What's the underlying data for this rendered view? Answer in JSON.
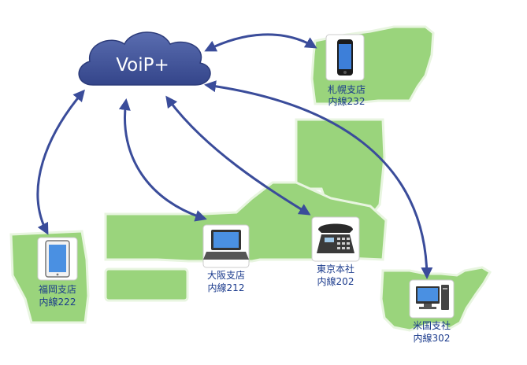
{
  "cloud": {
    "label": "VoiP+"
  },
  "colors": {
    "land": "#9ad47c",
    "land_edge": "#e8f5e0",
    "cloud": "#3d4f8f",
    "arrow": "#3a4c9a",
    "label": "#1a3a8c"
  },
  "nodes": [
    {
      "id": "sapporo",
      "name": "札幌支店",
      "ext": "内線232",
      "icon": "smartphone-icon"
    },
    {
      "id": "fukuoka",
      "name": "福岡支店",
      "ext": "内線222",
      "icon": "tablet-icon"
    },
    {
      "id": "osaka",
      "name": "大阪支店",
      "ext": "内線212",
      "icon": "laptop-icon"
    },
    {
      "id": "tokyo",
      "name": "東京本社",
      "ext": "内線202",
      "icon": "desk-phone-icon"
    },
    {
      "id": "usa",
      "name": "米国支社",
      "ext": "内線302",
      "icon": "desktop-pc-icon"
    }
  ]
}
